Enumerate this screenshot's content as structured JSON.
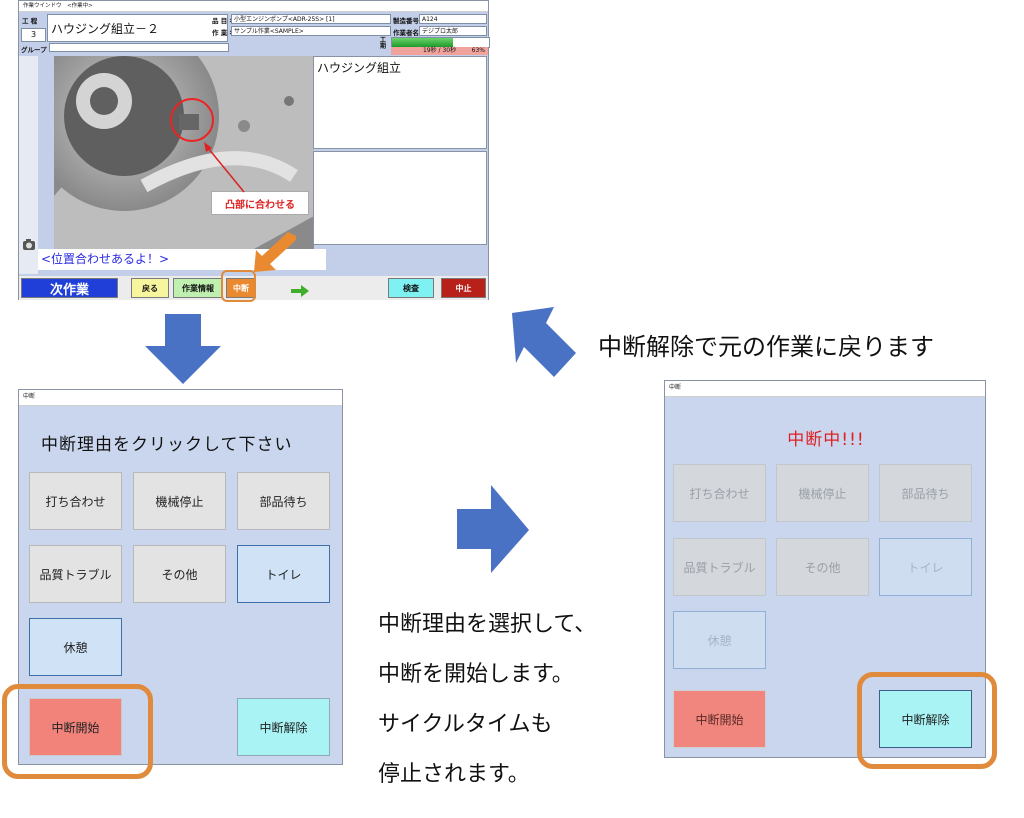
{
  "work_window": {
    "title": "作業ウインドウ　<作業中>",
    "process_label": "工 程",
    "process_no": "3",
    "group_label": "グループ",
    "work_title": "ハウジング組立－２",
    "product_label": "品 目 名",
    "product_value": "小型エンジンポンプ<ADR-25S> [1]",
    "work_label": "作 業 名",
    "work_value": "サンプル作業<SAMPLE>",
    "serial_label": "製造番号",
    "serial_value": "A124",
    "worker_label": "作業者名",
    "worker_value": "デジプロ太郎",
    "time_label": "工期",
    "time_value": "19秒 / 30秒",
    "time_pct": "63%",
    "progress_fraction": 0.63,
    "callout": "凸部に合わせる",
    "message": "<位置合わせあるよ！>",
    "instruction_title": "ハウジング組立",
    "buttons": {
      "next": "次作業",
      "back": "戻る",
      "info": "作業情報",
      "pause": "中断",
      "inspect": "検査",
      "stop": "中止"
    }
  },
  "dialog_left": {
    "title_bar": "中断",
    "heading": "中断理由をクリックして下さい",
    "reasons": [
      "打ち合わせ",
      "機械停止",
      "部品待ち",
      "品質トラブル",
      "その他",
      "トイレ",
      "休憩"
    ],
    "start": "中断開始",
    "release": "中断解除"
  },
  "dialog_right": {
    "title_bar": "中断",
    "heading": "中断中!!!",
    "reasons": [
      "打ち合わせ",
      "機械停止",
      "部品待ち",
      "品質トラブル",
      "その他",
      "トイレ",
      "休憩"
    ],
    "start": "中断開始",
    "release": "中断解除"
  },
  "captions": {
    "resume": "中断解除で元の作業に戻ります",
    "line1": "中断理由を選択して、",
    "line2": "中断を開始します。",
    "line3": "サイクルタイムも",
    "line4": "停止されます。"
  },
  "colors": {
    "arrow": "#4a72c4",
    "highlight": "#e08a3c",
    "next_button": "#1f3fd8",
    "stop_button": "#b8201a",
    "pause_button": "#e98a30",
    "paused_text": "#e02020"
  }
}
